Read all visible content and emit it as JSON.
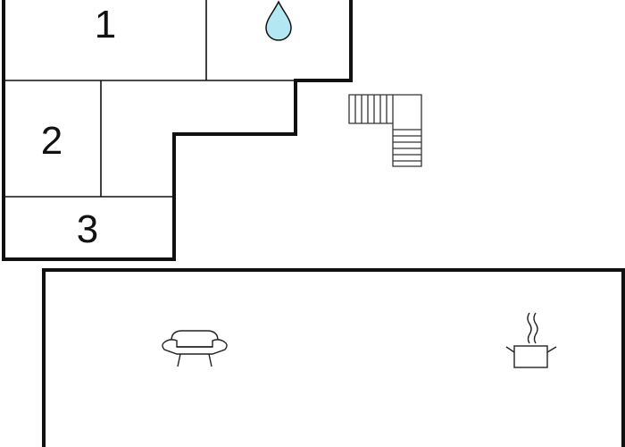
{
  "floor_plan": {
    "colors": {
      "background": "#ffffff",
      "wall": "#111111",
      "water": "#b3e8f2"
    },
    "rooms": [
      {
        "label": "1"
      },
      {
        "label": "2"
      },
      {
        "label": "3"
      }
    ],
    "icons": {
      "bathroom": "water-drop-icon",
      "stairs": "stairs-icon",
      "living": "sofa-icon",
      "kitchen": "cooking-pot-icon"
    }
  }
}
